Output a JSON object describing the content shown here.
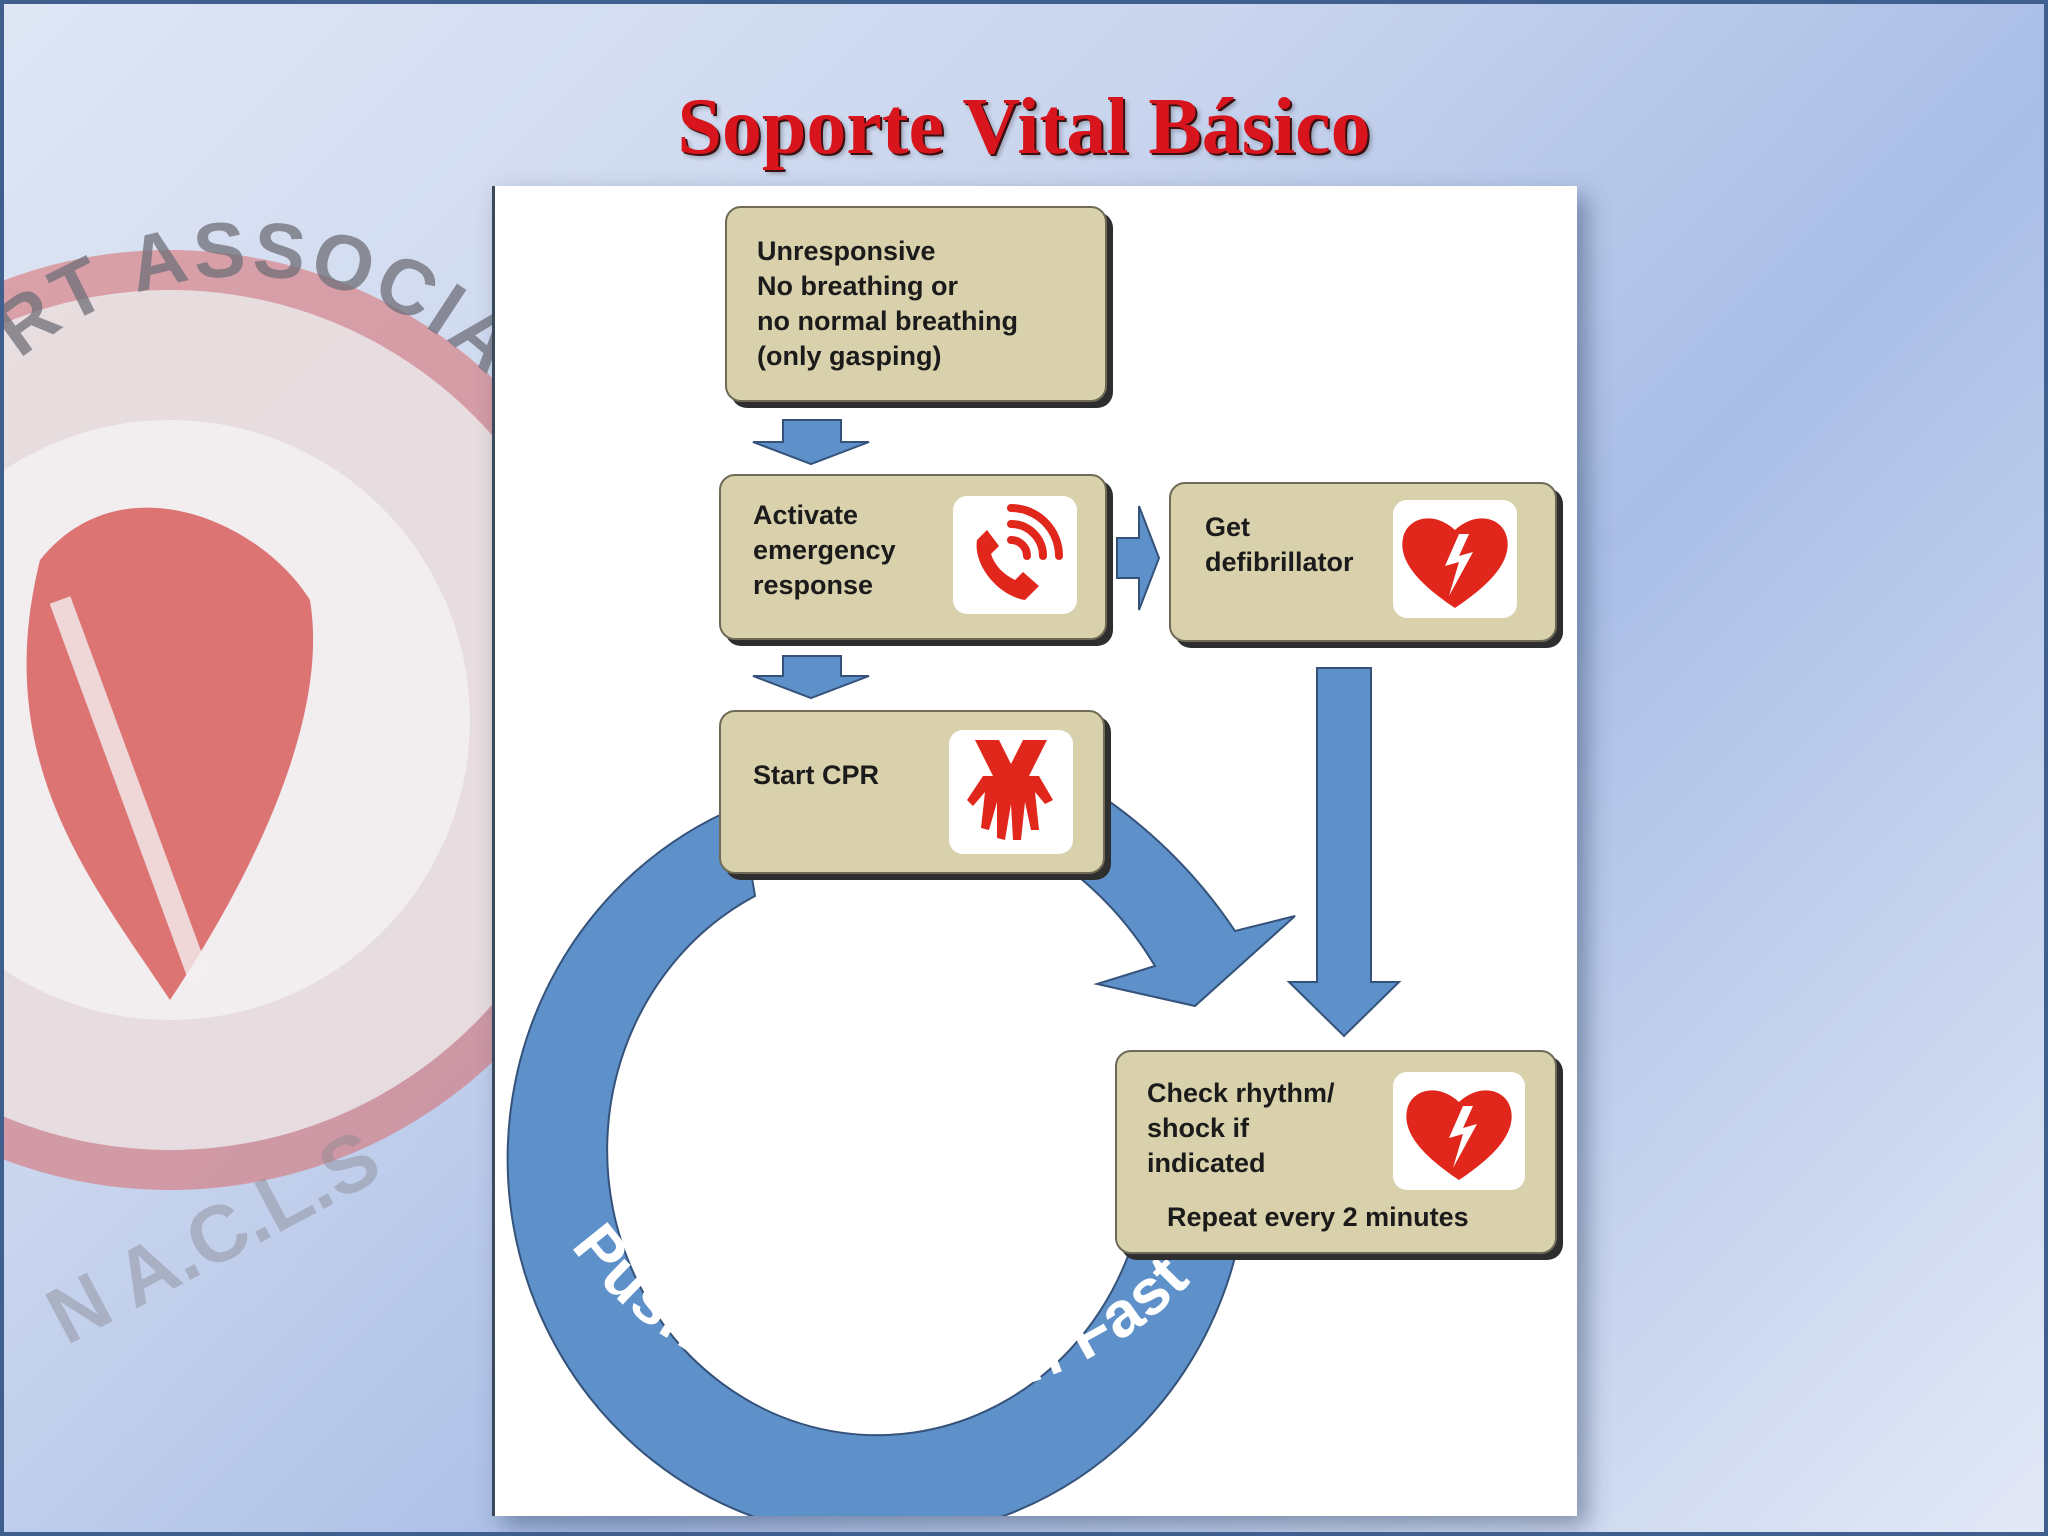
{
  "title": "Soporte Vital Básico",
  "watermark": {
    "logo_text_arc": "RT ASSOCIATION",
    "logo_text_bottom": "N A.C.L.S"
  },
  "steps": {
    "unresponsive": "Unresponsive\nNo breathing or\nno normal breathing\n(only gasping)",
    "activate": "Activate\nemergency\nresponse",
    "defibrillator": "Get\ndefibrillator",
    "cpr": "Start CPR",
    "check": "Check rhythm/\nshock if\nindicated",
    "repeat": "Repeat every 2 minutes"
  },
  "cycle_label": "Push Hard • Push Fast",
  "icons": {
    "activate": "phone-icon",
    "defibrillator": "heart-bolt-icon",
    "cpr": "hands-compression-icon",
    "check": "heart-bolt-icon"
  },
  "colors": {
    "title": "#d8141c",
    "box_fill": "#d9d1ab",
    "arrow": "#5e90c9",
    "icon_red": "#e1261c"
  }
}
